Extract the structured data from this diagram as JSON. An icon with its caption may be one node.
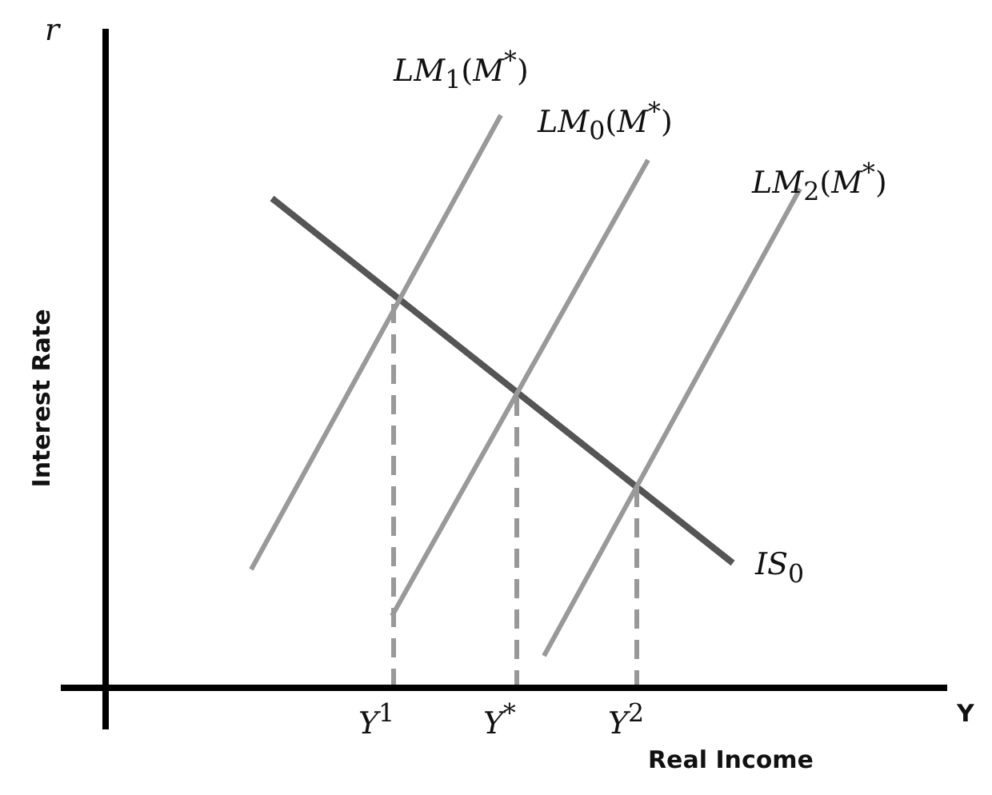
{
  "diagram": {
    "labels": [
      "r",
      "Interest Rate",
      "*LM*$_{1}$(*M*$^{*}$)",
      "*LM*$_{0}$(*M*$^{*}$)",
      "*LM*$_{2}$(*M*$^{*}$)",
      "*IS*$_{0}$",
      "*Y*$^{1}$",
      "*Y*$^{*}$",
      "*Y*$^{2}$",
      "Y",
      "Real Income"
    ]
  }
}
